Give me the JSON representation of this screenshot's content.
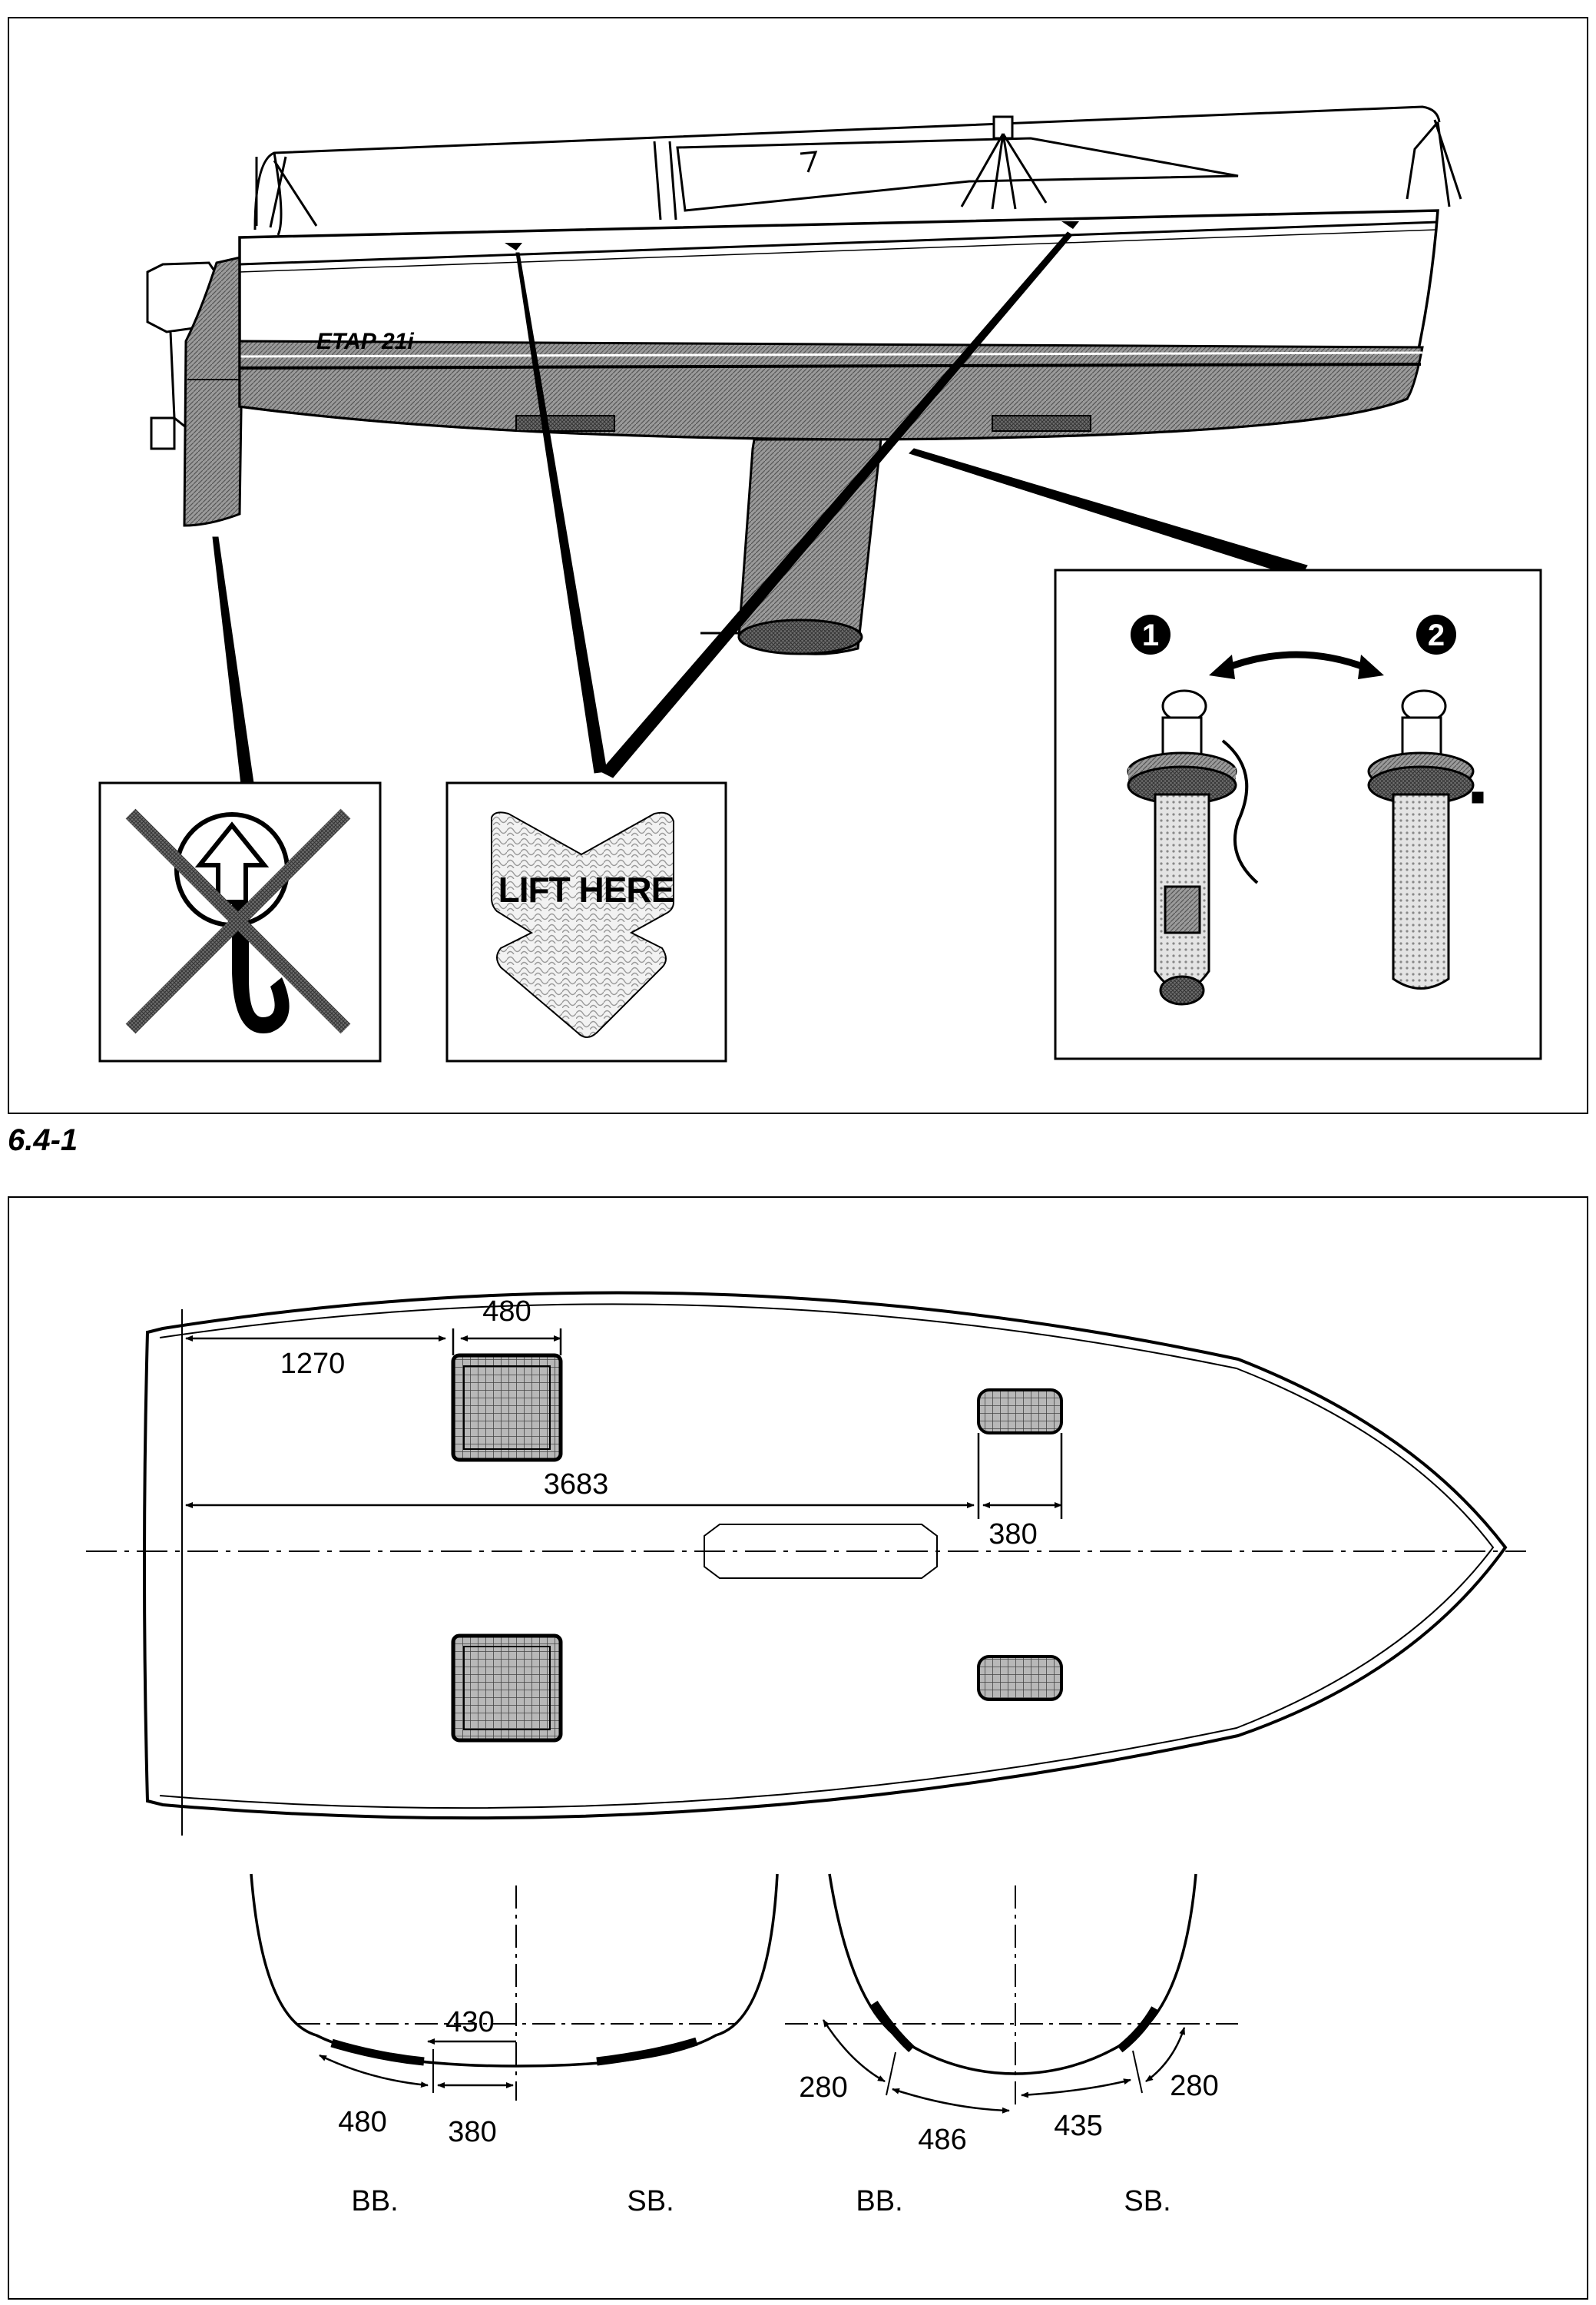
{
  "figure": {
    "label": "6.4-1"
  },
  "side_view": {
    "hull_name": "ETAP 21i",
    "lift_sign": {
      "text": "LIFT HERE"
    },
    "callouts": [
      "1",
      "2"
    ]
  },
  "plan_view": {
    "dimensions": {
      "d1270": "1270",
      "d480": "480",
      "d3683": "3683",
      "d380": "380"
    }
  },
  "sections": {
    "aft": {
      "d430": "430",
      "d480": "480",
      "d380": "380",
      "port": "BB.",
      "starboard": "SB."
    },
    "fwd": {
      "d280_left": "280",
      "d486": "486",
      "d435": "435",
      "d280_right": "280",
      "port": "BB.",
      "starboard": "SB."
    }
  }
}
